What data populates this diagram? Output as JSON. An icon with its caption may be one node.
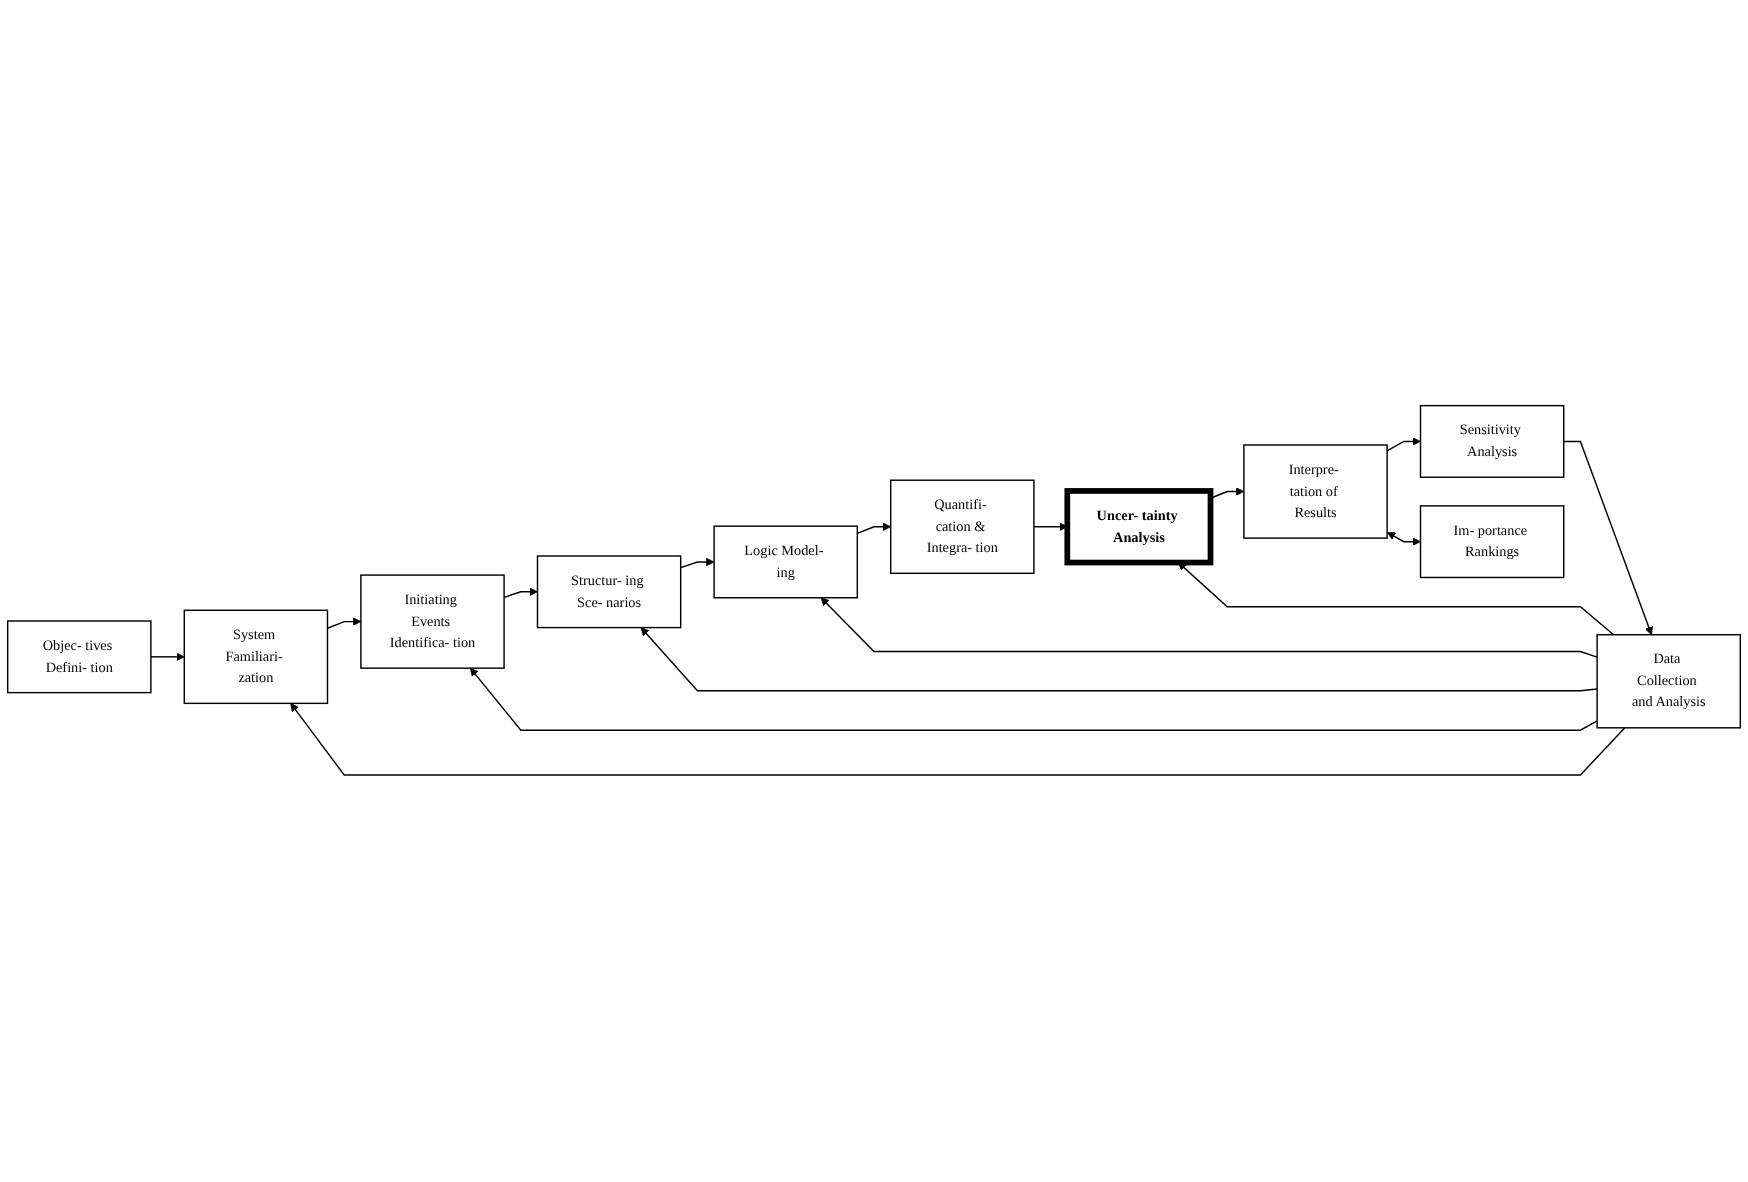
{
  "diagram": {
    "nodes": [
      {
        "text": [
          "Objec- tives Defini- tion"
        ]
      },
      {
        "text": [
          "System Familiari- zation"
        ]
      },
      {
        "text": [
          "Initiating Events Identifica- tion"
        ]
      },
      {
        "text": [
          "Structur- ing Sce- narios"
        ]
      },
      {
        "text": [
          "Logic Model- ing"
        ]
      },
      {
        "text": [
          "Quantifi- cation & Integra- tion"
        ]
      },
      {
        "text": [
          "Data Collection and Analysis"
        ]
      },
      {
        "text": [
          "Uncer- tainty Analysis"
        ]
      },
      {
        "text": [
          "Sensitivity Analysis"
        ]
      },
      {
        "text": [
          "Interpre- tation of Results"
        ]
      },
      {
        "text": [
          "Im- portance Rankings"
        ]
      }
    ],
    "edges": [
      {
        "from": 0,
        "to": 1,
        "arrow": "to"
      },
      {
        "from": 1,
        "to": 2,
        "arrow": "to"
      },
      {
        "from": 2,
        "to": 3,
        "arrow": "to"
      },
      {
        "from": 3,
        "to": 4,
        "arrow": "to"
      },
      {
        "from": 4,
        "to": 5,
        "arrow": "to"
      },
      {
        "from": 6,
        "to": 1,
        "arrow": "to"
      },
      {
        "from": 6,
        "to": 2,
        "arrow": "to"
      },
      {
        "from": 6,
        "to": 3,
        "arrow": "to"
      },
      {
        "from": 6,
        "to": 4,
        "arrow": "to"
      },
      {
        "from": 5,
        "to": 7,
        "arrow": "to"
      },
      {
        "from": 6,
        "to": 7,
        "arrow": "to"
      },
      {
        "from": 7,
        "to": 9,
        "arrow": "to"
      },
      {
        "from": 9,
        "to": 8,
        "arrow": "to"
      },
      {
        "from": 8,
        "to": 6,
        "arrow": "to"
      },
      {
        "from": 9,
        "to": 10,
        "arrow": "both"
      }
    ]
  }
}
